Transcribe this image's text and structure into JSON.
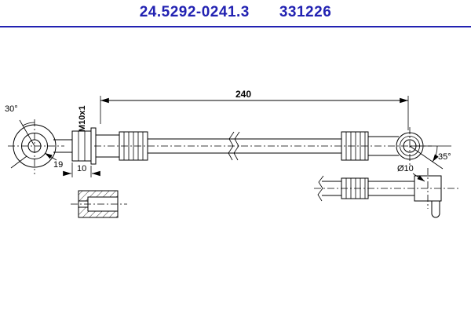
{
  "header": {
    "part_number": "24.5292-0241.3",
    "catalog_number": "331226"
  },
  "annotations": {
    "length_dim": "240",
    "left_angle": "30°",
    "eye_width": "19",
    "thread_label": "M10x1",
    "hex_dim": "10",
    "right_angle": "35°",
    "bore_dia": "Ø10"
  },
  "colors": {
    "accent": "#2222b2",
    "line": "#000000",
    "background": "#ffffff"
  }
}
